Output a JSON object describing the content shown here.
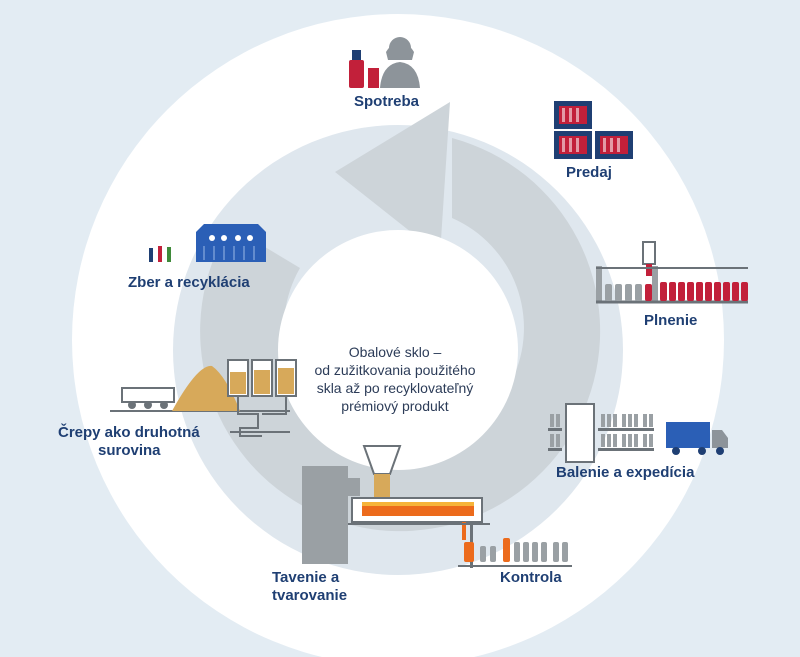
{
  "colors": {
    "background": "#e3ecf3",
    "ring": "#ffffff",
    "cycle_arrow": "#cdd4d9",
    "label": "#1f3f73",
    "wine_red": "#c2203a",
    "navy": "#1f3f73",
    "blue": "#2b5fb6",
    "amber": "#d7a95a",
    "orange": "#ec6b1c",
    "machine_gray": "#9aa0a4"
  },
  "icons": {
    "consumption": "woman-with-bottle-icon",
    "retail": "wine-crates-icon",
    "filling": "bottle-filling-line-icon",
    "packaging": "shelves-and-truck-icon",
    "inspection": "bottle-inspection-icon",
    "melting": "glass-furnace-icon",
    "cullet": "cullet-pile-silos-icon",
    "collection": "recycling-container-icon"
  },
  "stages": {
    "consumption": "Spotreba",
    "retail": "Predaj",
    "filling": "Plnenie",
    "packaging": "Balenie a expedícia",
    "inspection": "Kontrola",
    "melting_line1": "Tavenie a",
    "melting_line2": "tvarovanie",
    "cullet_line1": "Črepy ako druhotná",
    "cullet_line2": "surovina",
    "collection": "Zber a recyklácia"
  },
  "center": {
    "line1": "Obalové sklo –",
    "line2": "od zužitkovania použitého",
    "line3": "skla až po recyklovateľný",
    "line4": "prémiový produkt"
  }
}
